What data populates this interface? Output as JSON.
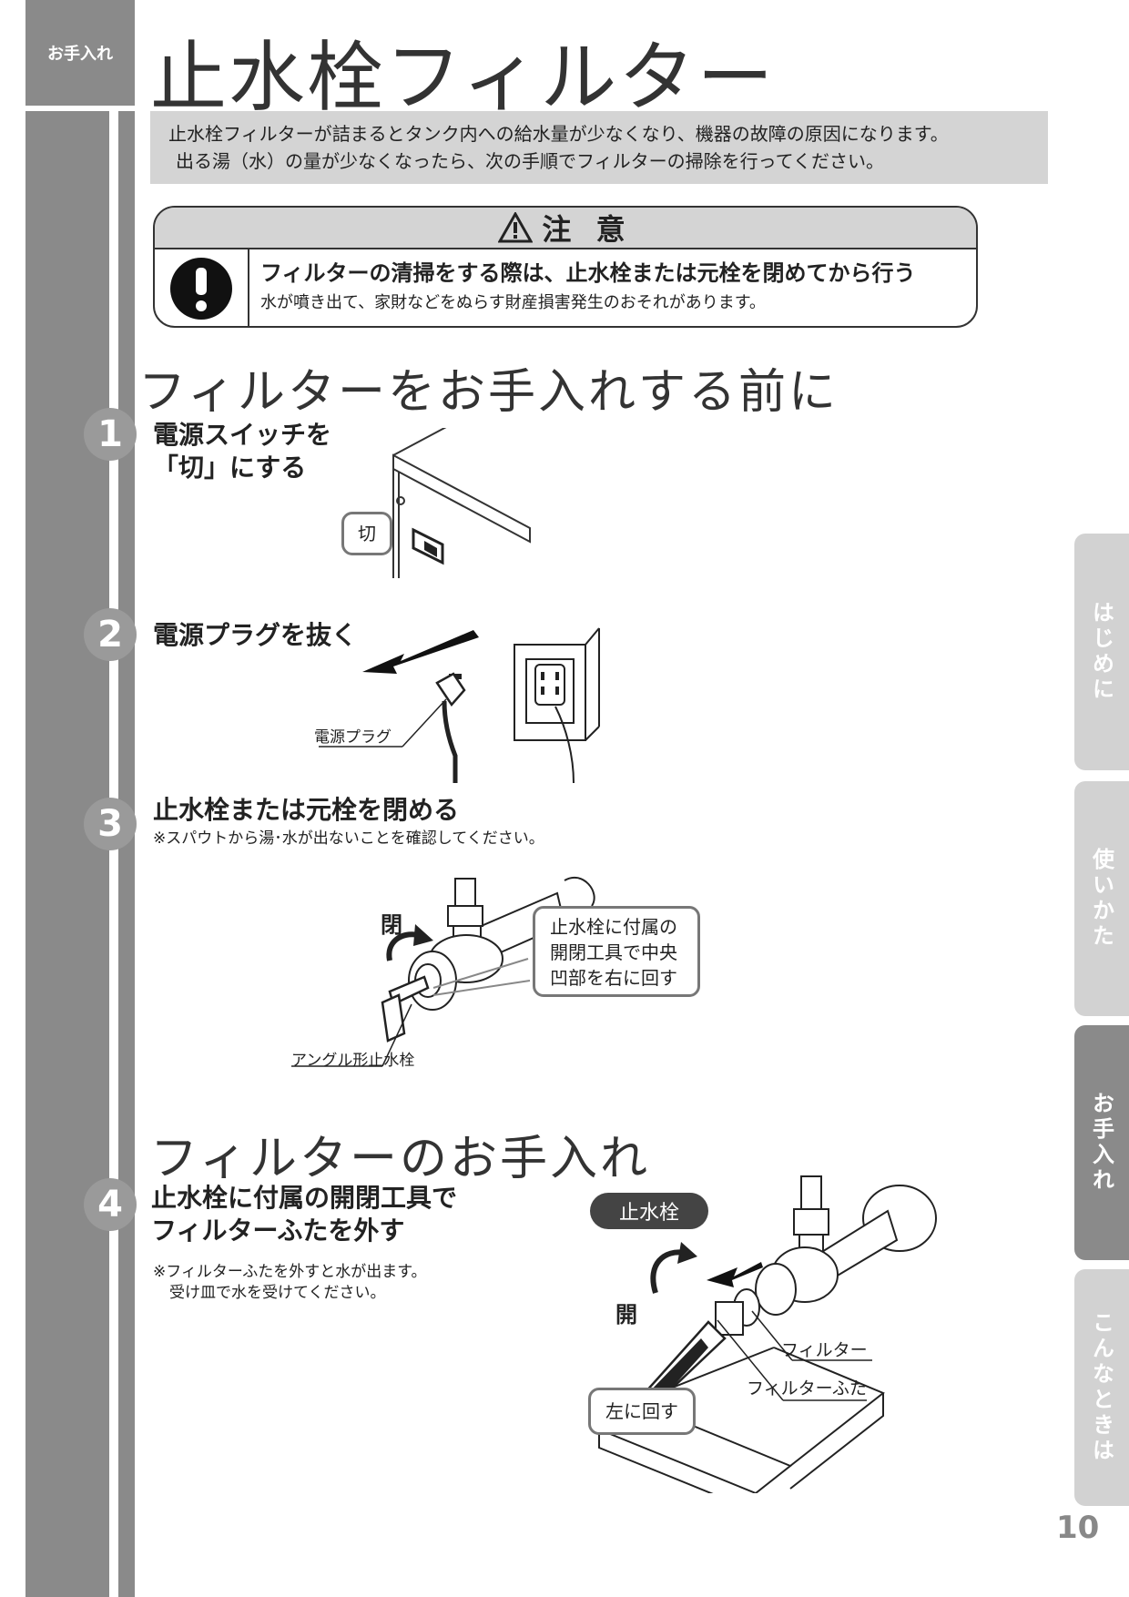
{
  "header": {
    "section_label": "お手入れ",
    "title": "止水栓フィルター"
  },
  "intro": {
    "line1": "止水栓フィルターが詰まるとタンク内への給水量が少なくなり、機器の故障の原因になります。",
    "line2": "出る湯（水）の量が少なくなったら、次の手順でフィルターの掃除を行ってください。"
  },
  "caution": {
    "heading": "注 意",
    "main": "フィルターの清掃をする際は、止水栓または元栓を閉めてから行う",
    "sub": "水が噴き出て、家財などをぬらす財産損害発生のおそれがあります。"
  },
  "section1": {
    "title": "フィルターをお手入れする前に"
  },
  "section2": {
    "title": "フィルターのお手入れ"
  },
  "steps": [
    {
      "num": "1",
      "line1": "電源スイッチを",
      "line2": "「切」にする",
      "callout": "切"
    },
    {
      "num": "2",
      "line1": "電源プラグを抜く",
      "label": "電源プラグ"
    },
    {
      "num": "3",
      "line1": "止水栓または元栓を閉める",
      "note": "※スパウトから湯･水が出ないことを確認してください。",
      "close_label": "閉",
      "callout_line1": "止水栓に付属の",
      "callout_line2": "開閉工具で中央",
      "callout_line3": "凹部を右に回す",
      "valve_label": "アングル形止水栓"
    },
    {
      "num": "4",
      "line1": "止水栓に付属の開閉工具で",
      "line2": "フィルターふたを外す",
      "note_line1": "※フィルターふたを外すと水が出ます。",
      "note_line2": "受け皿で水を受けてください。",
      "pill": "止水栓",
      "open_label": "開",
      "filter_label": "フィルター",
      "cap_label": "フィルターふた",
      "turn_left": "左に回す"
    }
  ],
  "tabs": [
    {
      "label": "はじめに",
      "active": false
    },
    {
      "label": "使いかた",
      "active": false
    },
    {
      "label": "お手入れ",
      "active": true
    },
    {
      "label": "こんなときは",
      "active": false
    }
  ],
  "page_number": "10"
}
